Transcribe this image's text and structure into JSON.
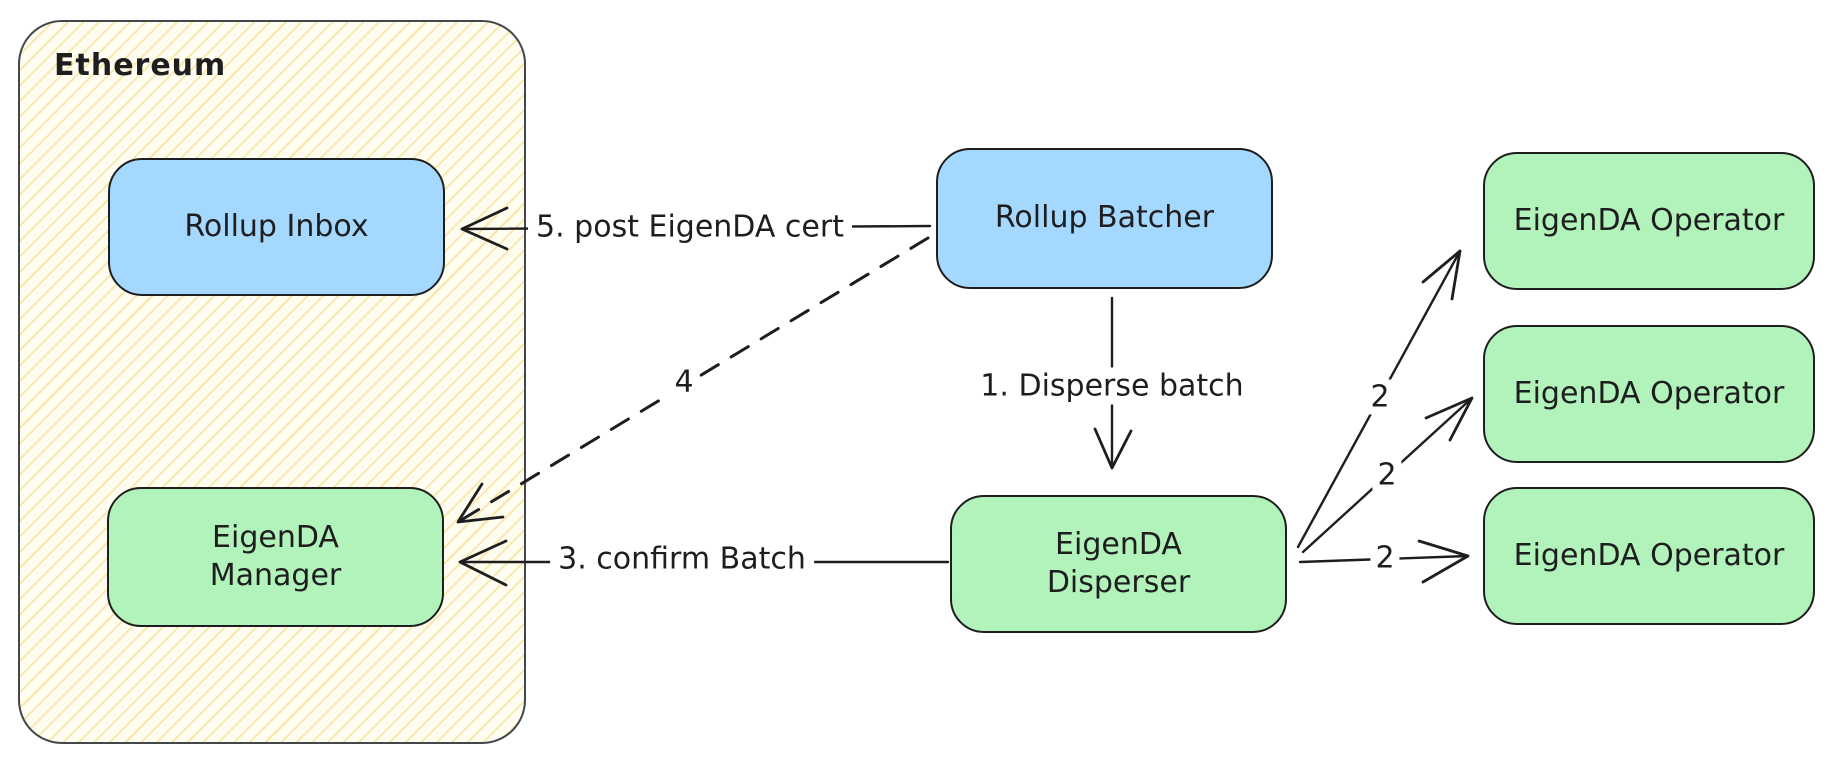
{
  "container": {
    "label": "Ethereum"
  },
  "nodes": [
    {
      "id": "rollup-inbox",
      "label": "Rollup Inbox",
      "fill": "#a5d8ff"
    },
    {
      "id": "eigenda-manager",
      "label": "EigenDA\nManager",
      "fill": "#b2f2bb"
    },
    {
      "id": "rollup-batcher",
      "label": "Rollup Batcher",
      "fill": "#a5d8ff"
    },
    {
      "id": "eigenda-disperser",
      "label": "EigenDA\nDisperser",
      "fill": "#b2f2bb"
    },
    {
      "id": "eigenda-operator-1",
      "label": "EigenDA Operator",
      "fill": "#b2f2bb"
    },
    {
      "id": "eigenda-operator-2",
      "label": "EigenDA Operator",
      "fill": "#b2f2bb"
    },
    {
      "id": "eigenda-operator-3",
      "label": "EigenDA Operator",
      "fill": "#b2f2bb"
    }
  ],
  "edges": [
    {
      "id": "disperse-batch",
      "label": "1. Disperse batch",
      "from": "rollup-batcher",
      "to": "eigenda-disperser",
      "style": "solid"
    },
    {
      "id": "disperse-op-1",
      "label": "2",
      "from": "eigenda-disperser",
      "to": "eigenda-operator-1",
      "style": "solid"
    },
    {
      "id": "disperse-op-2",
      "label": "2",
      "from": "eigenda-disperser",
      "to": "eigenda-operator-2",
      "style": "solid"
    },
    {
      "id": "disperse-op-3",
      "label": "2",
      "from": "eigenda-disperser",
      "to": "eigenda-operator-3",
      "style": "solid"
    },
    {
      "id": "confirm-batch",
      "label": "3. confirm Batch",
      "from": "eigenda-disperser",
      "to": "eigenda-manager",
      "style": "solid"
    },
    {
      "id": "post-cert-step-4",
      "label": "4",
      "from": "rollup-batcher",
      "to": "eigenda-manager",
      "style": "dashed"
    },
    {
      "id": "post-eigenda-cert",
      "label": "5. post EigenDA cert",
      "from": "rollup-batcher",
      "to": "rollup-inbox",
      "style": "solid"
    }
  ],
  "colors": {
    "node_blue": "#a5d8ff",
    "node_green": "#b2f2bb",
    "stroke": "#1e1e1e",
    "container_fill": "#fffcf0",
    "container_hatch": "#f3dc7e",
    "page_background": "#ffffff"
  }
}
